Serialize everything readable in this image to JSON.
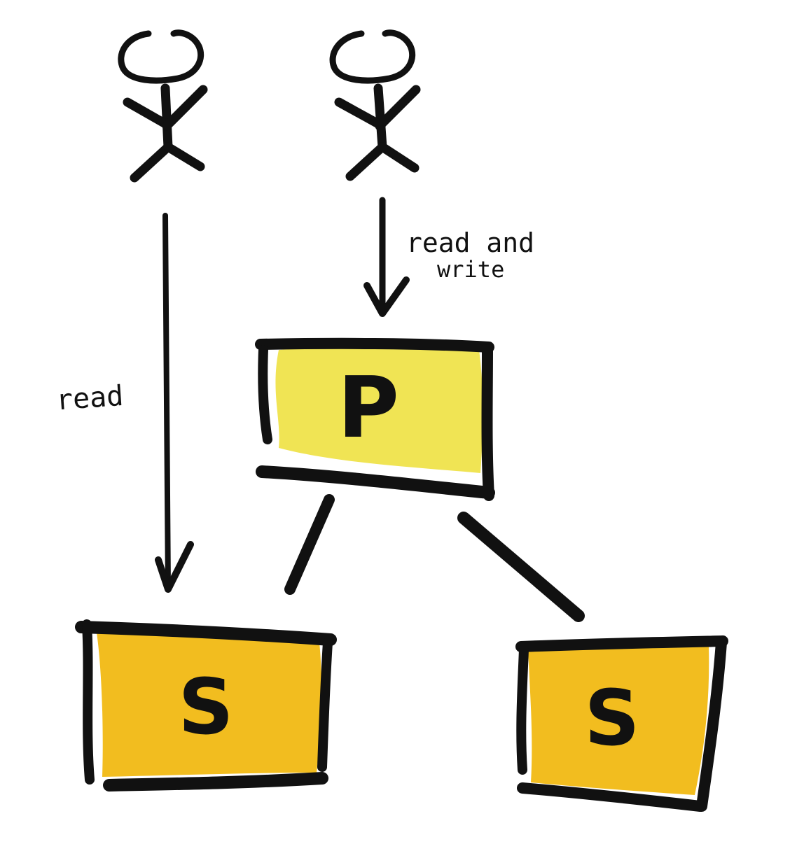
{
  "actors": [
    {
      "id": "reader-actor"
    },
    {
      "id": "writer-actor"
    }
  ],
  "nodes": {
    "primary": {
      "label": "P",
      "fill": "#f0e454"
    },
    "secondary_left": {
      "label": "S",
      "fill": "#f2bd1f"
    },
    "secondary_right": {
      "label": "S",
      "fill": "#f2bd1f"
    }
  },
  "edges": {
    "reader_to_secondary": {
      "label": "read"
    },
    "writer_to_primary": {
      "label_line1": "read and",
      "label_line2": "write"
    }
  },
  "colors": {
    "ink": "#111111",
    "primary_fill": "#f0e454",
    "secondary_fill": "#f2bd1f"
  }
}
